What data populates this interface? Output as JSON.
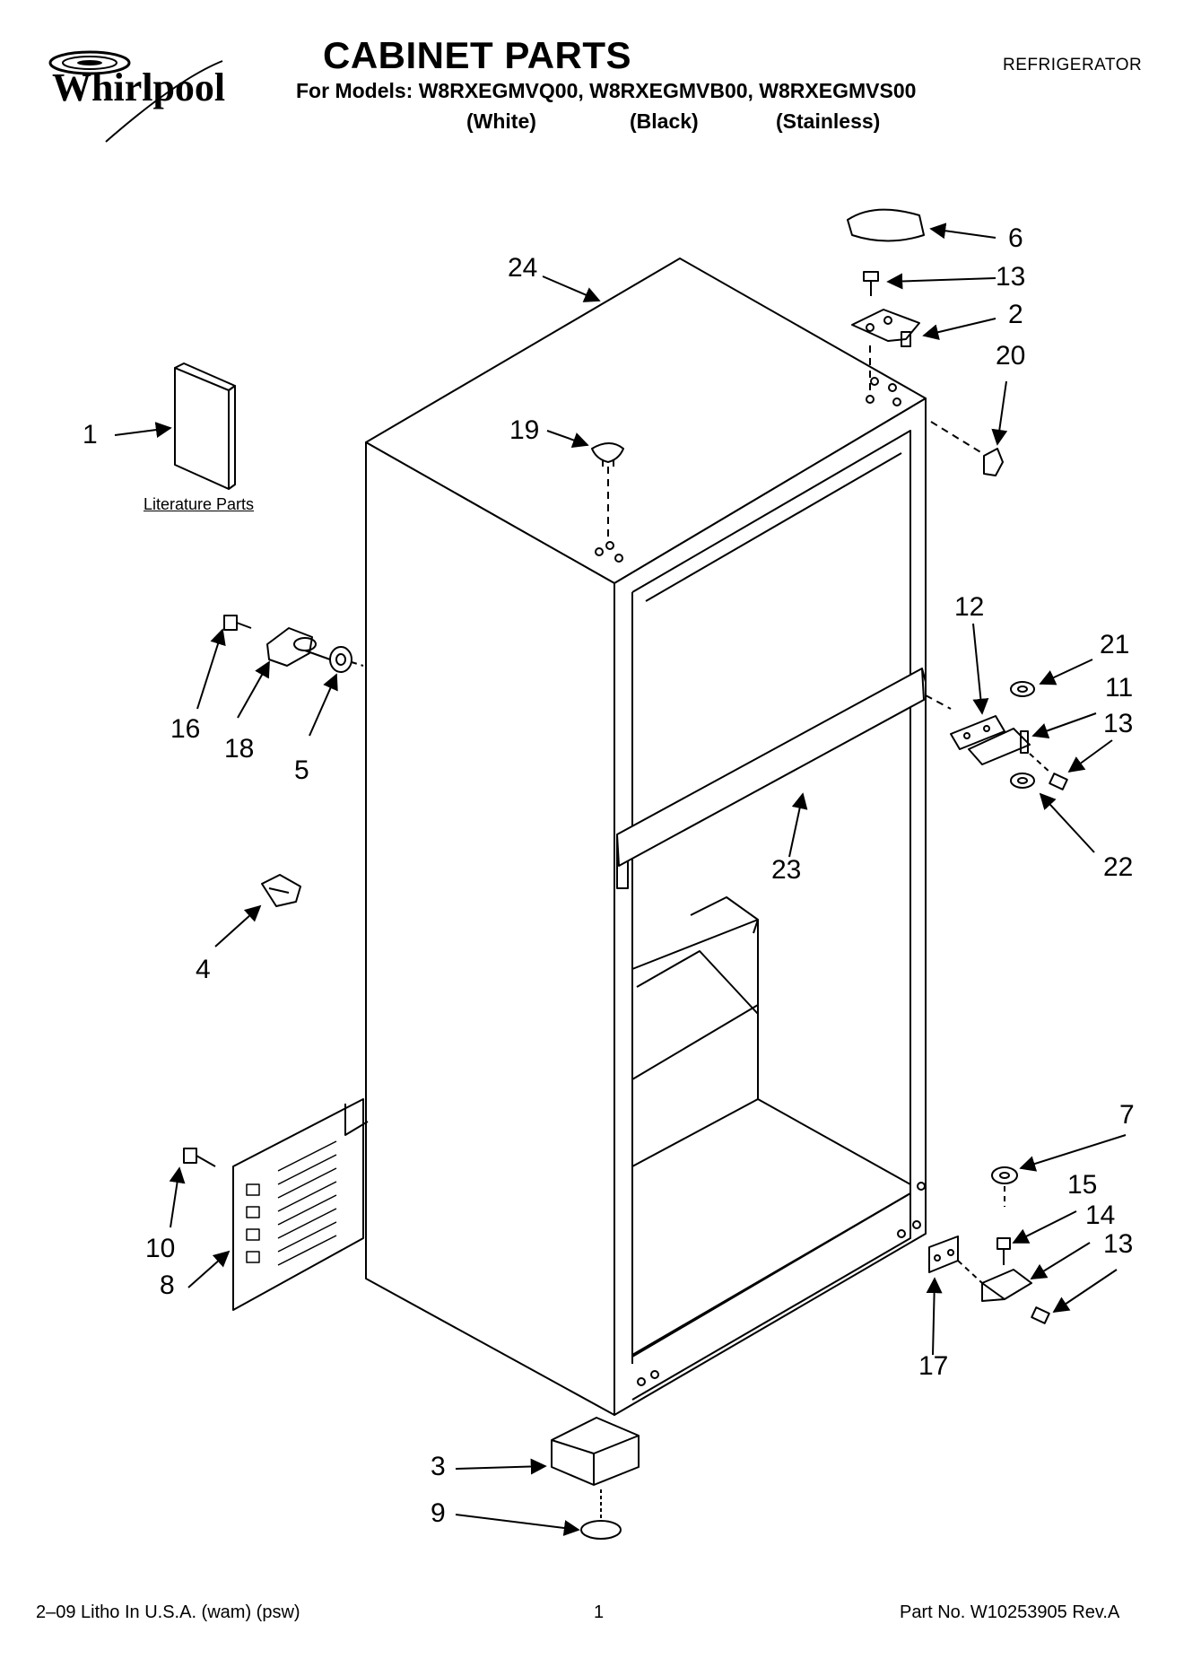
{
  "header": {
    "brand": "Whirlpool",
    "title": "CABINET PARTS",
    "models_line": "For Models: W8RXEGMVQ00, W8RXEGMVB00, W8RXEGMVS00",
    "variants": [
      "(White)",
      "(Black)",
      "(Stainless)"
    ],
    "category": "REFRIGERATOR"
  },
  "diagram": {
    "literature_label": "Literature Parts",
    "callouts": [
      {
        "id": "c1",
        "label": "1"
      },
      {
        "id": "c2",
        "label": "2"
      },
      {
        "id": "c3",
        "label": "3"
      },
      {
        "id": "c4",
        "label": "4"
      },
      {
        "id": "c5",
        "label": "5"
      },
      {
        "id": "c6",
        "label": "6"
      },
      {
        "id": "c7",
        "label": "7"
      },
      {
        "id": "c8",
        "label": "8"
      },
      {
        "id": "c9",
        "label": "9"
      },
      {
        "id": "c10",
        "label": "10"
      },
      {
        "id": "c11",
        "label": "11"
      },
      {
        "id": "c12",
        "label": "12"
      },
      {
        "id": "c13a",
        "label": "13"
      },
      {
        "id": "c13b",
        "label": "13"
      },
      {
        "id": "c13c",
        "label": "13"
      },
      {
        "id": "c14",
        "label": "14"
      },
      {
        "id": "c15",
        "label": "15"
      },
      {
        "id": "c16",
        "label": "16"
      },
      {
        "id": "c17",
        "label": "17"
      },
      {
        "id": "c18",
        "label": "18"
      },
      {
        "id": "c19",
        "label": "19"
      },
      {
        "id": "c20",
        "label": "20"
      },
      {
        "id": "c21",
        "label": "21"
      },
      {
        "id": "c22",
        "label": "22"
      },
      {
        "id": "c23",
        "label": "23"
      },
      {
        "id": "c24",
        "label": "24"
      }
    ]
  },
  "footer": {
    "left": "2–09 Litho In U.S.A. (wam) (psw)",
    "page": "1",
    "part": "Part No. W10253905 Rev.A"
  }
}
